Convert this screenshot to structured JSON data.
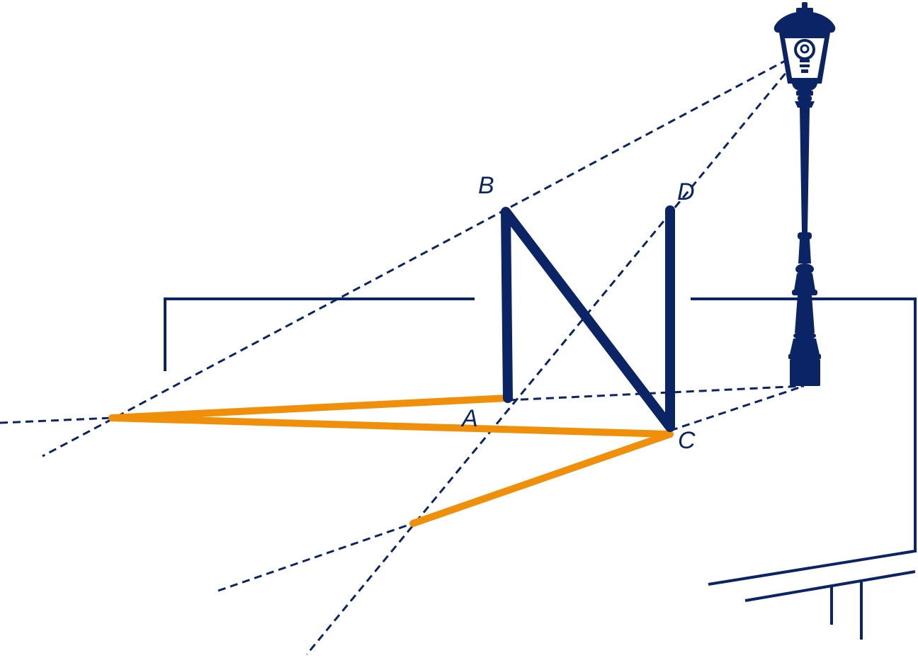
{
  "colors": {
    "structure": "#0b2466",
    "shadow": "#f0900a",
    "background": "#ffffff"
  },
  "labels": {
    "a": "A",
    "b": "B",
    "c": "C",
    "d": "D"
  },
  "icons": {
    "lamp": "street-lamp-icon",
    "bulb": "light-bulb-icon"
  }
}
